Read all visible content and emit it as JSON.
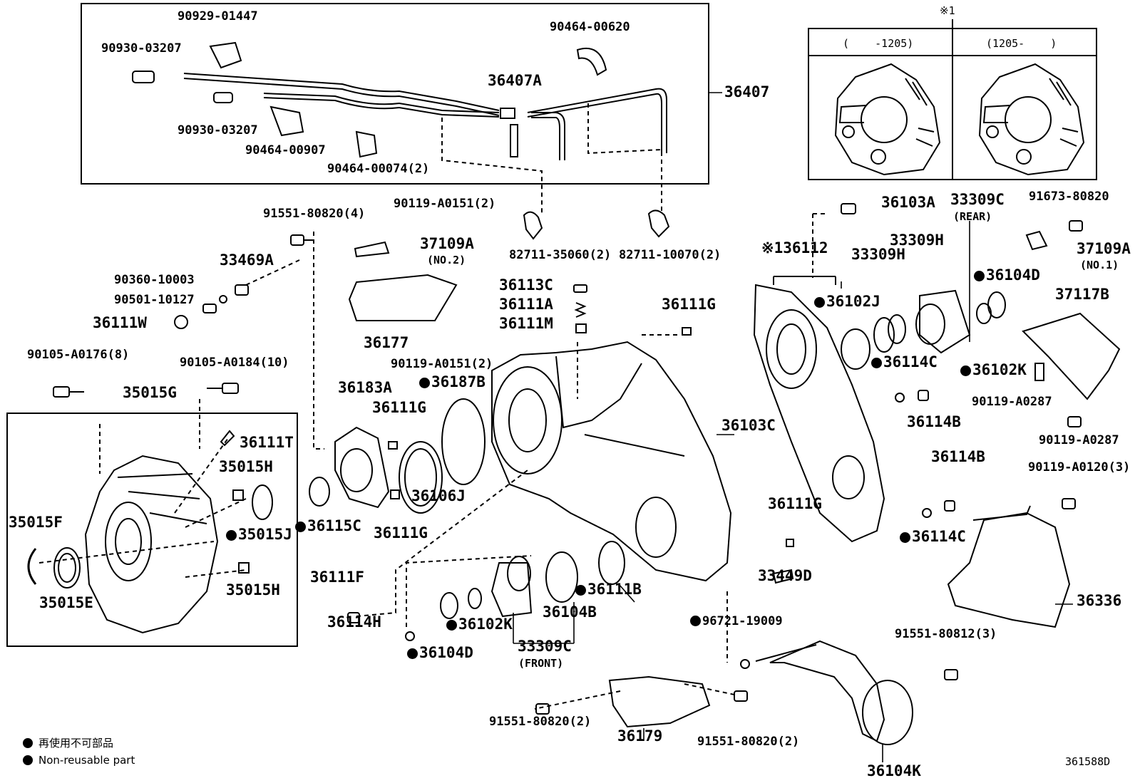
{
  "diagram": {
    "figure_id": "361588D",
    "legend": {
      "jp": "再使用不可部品",
      "en": "Non-reusable part"
    },
    "inset": {
      "ref_mark": "※1",
      "col_left": "(    -1205)",
      "col_right": "(1205-    )"
    },
    "parts": {
      "p90929_01447": "90929-01447",
      "p90930_03207_a": "90930-03207",
      "p90930_03207_b": "90930-03207",
      "p90464_00907": "90464-00907",
      "p90464_00074": "90464-00074(2)",
      "p36407A": "36407A",
      "p90464_00620": "90464-00620",
      "p36407": "36407",
      "p91551_80820_4": "91551-80820(4)",
      "p90119_A0151_a": "90119-A0151(2)",
      "p37109A_no2": "37109A",
      "no2": "(NO.2)",
      "p82711_35060": "82711-35060(2)",
      "p82711_10070": "82711-10070(2)",
      "p90360_10003": "90360-10003",
      "p33469A": "33469A",
      "p90501_10127": "90501-10127",
      "p36111W": "36111W",
      "p36177": "36177",
      "p90119_A0151_b": "90119-A0151(2)",
      "p36113C": "36113C",
      "p36111A": "36111A",
      "p36111M": "36111M",
      "p36111G_a": "36111G",
      "p90105_A0176": "90105-A0176(8)",
      "p90105_A0184": "90105-A0184(10)",
      "p35015G": "35015G",
      "p36183A": "36183A",
      "p36187B": "36187B",
      "p36111G_b": "36111G",
      "p36111T": "36111T",
      "p35015H_a": "35015H",
      "p35015F": "35015F",
      "p35015J": "35015J",
      "p35015H_b": "35015H",
      "p35015E": "35015E",
      "p36115C": "36115C",
      "p36106J": "36106J",
      "p36111G_c": "36111G",
      "p36103C": "36103C",
      "p36103A": "36103A",
      "ref1": "※1",
      "p36112": "36112",
      "p36102J": "36102J",
      "p33309H_a": "33309H",
      "p33309H_b": "33309H",
      "p33309C_rear": "33309C",
      "rear": "(REAR)",
      "p36104D_a": "36104D",
      "p36114C_a": "36114C",
      "p36102K_a": "36102K",
      "p36114B_a": "36114B",
      "p91673_80820": "91673-80820",
      "p37109A_no1": "37109A",
      "no1": "(NO.1)",
      "p37117B": "37117B",
      "p90119_A0287_a": "90119-A0287",
      "p90119_A0287_b": "90119-A0287",
      "p36114B_b": "36114B",
      "p90119_A0120": "90119-A0120(3)",
      "p36114C_b": "36114C",
      "p36111G_d": "36111G",
      "p33449D": "33449D",
      "p36336": "36336",
      "p36111F": "36111F",
      "p36114H": "36114H",
      "p36104D_b": "36104D",
      "p36102K_b": "36102K",
      "p36104B": "36104B",
      "p36111B": "36111B",
      "p33309C_front": "33309C",
      "front": "(FRONT)",
      "p96721_19009": "96721-19009",
      "p91551_80812": "91551-80812(3)",
      "p91551_80820_2a": "91551-80820(2)",
      "p36179": "36179",
      "p91551_80820_2b": "91551-80820(2)",
      "p36104K": "36104K"
    }
  }
}
